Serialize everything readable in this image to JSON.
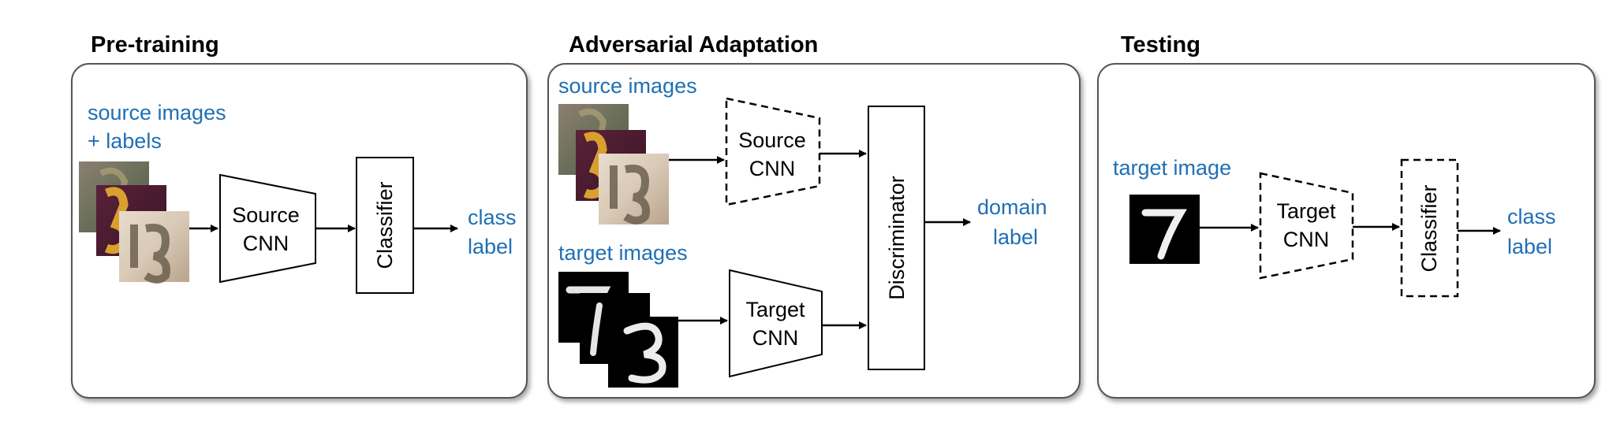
{
  "panels": {
    "pretraining": {
      "title": "Pre-training",
      "input_line1": "source images",
      "input_line2": "+ labels",
      "encoder_line1": "Source",
      "encoder_line2": "CNN",
      "classifier": "Classifier",
      "output_line1": "class",
      "output_line2": "label"
    },
    "adversarial": {
      "title": "Adversarial Adaptation",
      "source_input": "source images",
      "source_encoder_line1": "Source",
      "source_encoder_line2": "CNN",
      "target_input": "target images",
      "target_encoder_line1": "Target",
      "target_encoder_line2": "CNN",
      "discriminator": "Discriminator",
      "output_line1": "domain",
      "output_line2": "label"
    },
    "testing": {
      "title": "Testing",
      "input": "target image",
      "encoder_line1": "Target",
      "encoder_line2": "CNN",
      "classifier": "Classifier",
      "output_line1": "class",
      "output_line2": "label"
    }
  },
  "colors": {
    "label_blue": "#1F6FB5",
    "panel_border": "#555555"
  }
}
